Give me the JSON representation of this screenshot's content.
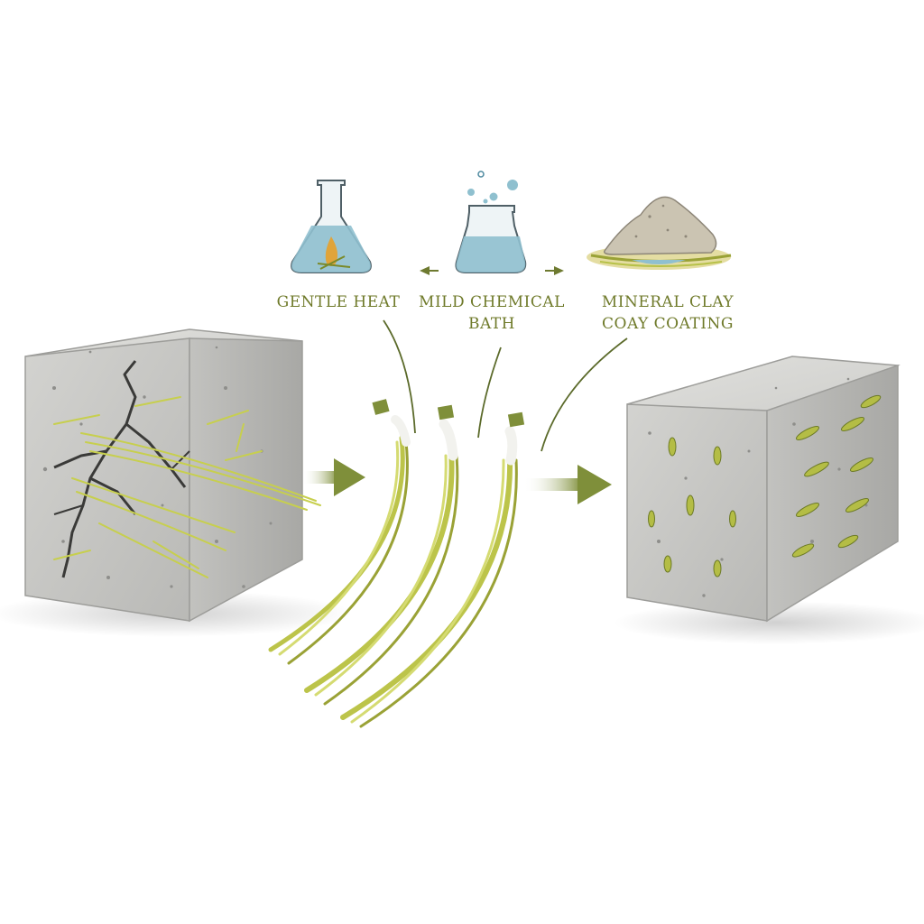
{
  "steps": [
    {
      "line1": "GENTLE HEAT",
      "line2": ""
    },
    {
      "line1": "MILD CHEMICAL",
      "line2": "BATH"
    },
    {
      "line1": "MINERAL CLAY",
      "line2": "COAY COATING"
    }
  ],
  "icons": {
    "step1": "flask-with-flame-icon",
    "step2": "beaker-with-bubbles-icon",
    "step3": "clay-pile-icon"
  },
  "colors": {
    "fiber": "#b9c24a",
    "fiber_dark": "#8f9a2c",
    "concrete": "#c9c9c6",
    "concrete_dark": "#a9a9a6",
    "arrow": "#7f8f3a",
    "label": "#6f7a2a",
    "liquid": "#8fc0cf"
  }
}
